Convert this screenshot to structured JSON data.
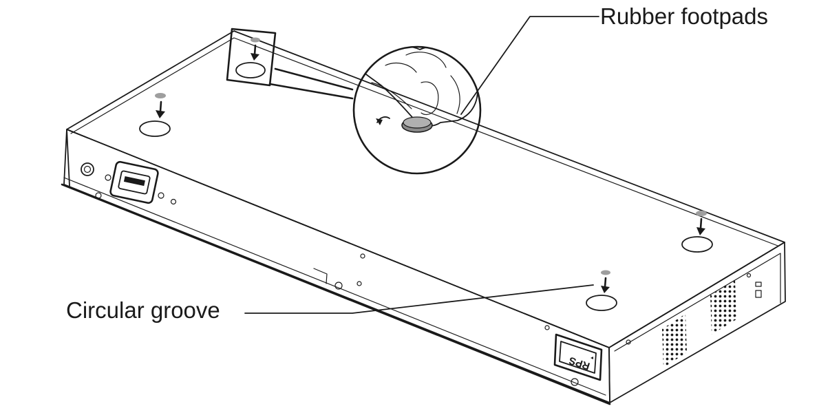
{
  "callouts": {
    "rubber_footpads": "Rubber footpads",
    "circular_groove": "Circular groove"
  },
  "device": {
    "port_label": "RPS"
  },
  "colors": {
    "line": "#1a1a1a",
    "footpad_fill": "#9e9e9e",
    "background": "#ffffff"
  }
}
